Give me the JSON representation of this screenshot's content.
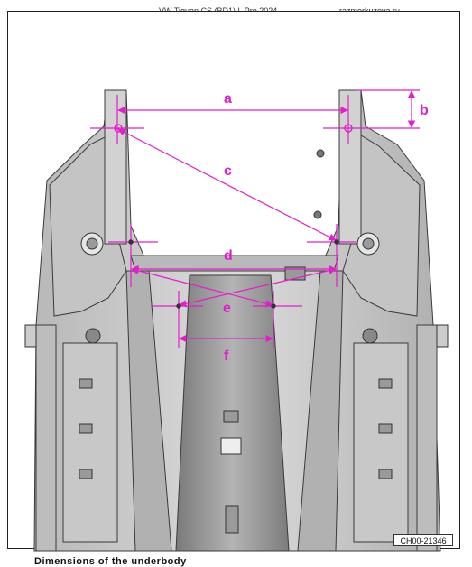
{
  "header": {
    "title": "VW Tiguan CS (BD1) L Pro 2024→",
    "site": "razmerkuzova.ru"
  },
  "reference_code": "CH00-21346",
  "caption": "Dimensions of the underbody",
  "dimension_labels": {
    "a": "a",
    "b": "b",
    "c": "c",
    "d": "d",
    "e": "e",
    "f": "f"
  },
  "colors": {
    "dimension_lines": "#e020c8",
    "body_fill": "#c9c9c9",
    "body_dark": "#8a8a8a",
    "outline": "#3a3a3a"
  }
}
